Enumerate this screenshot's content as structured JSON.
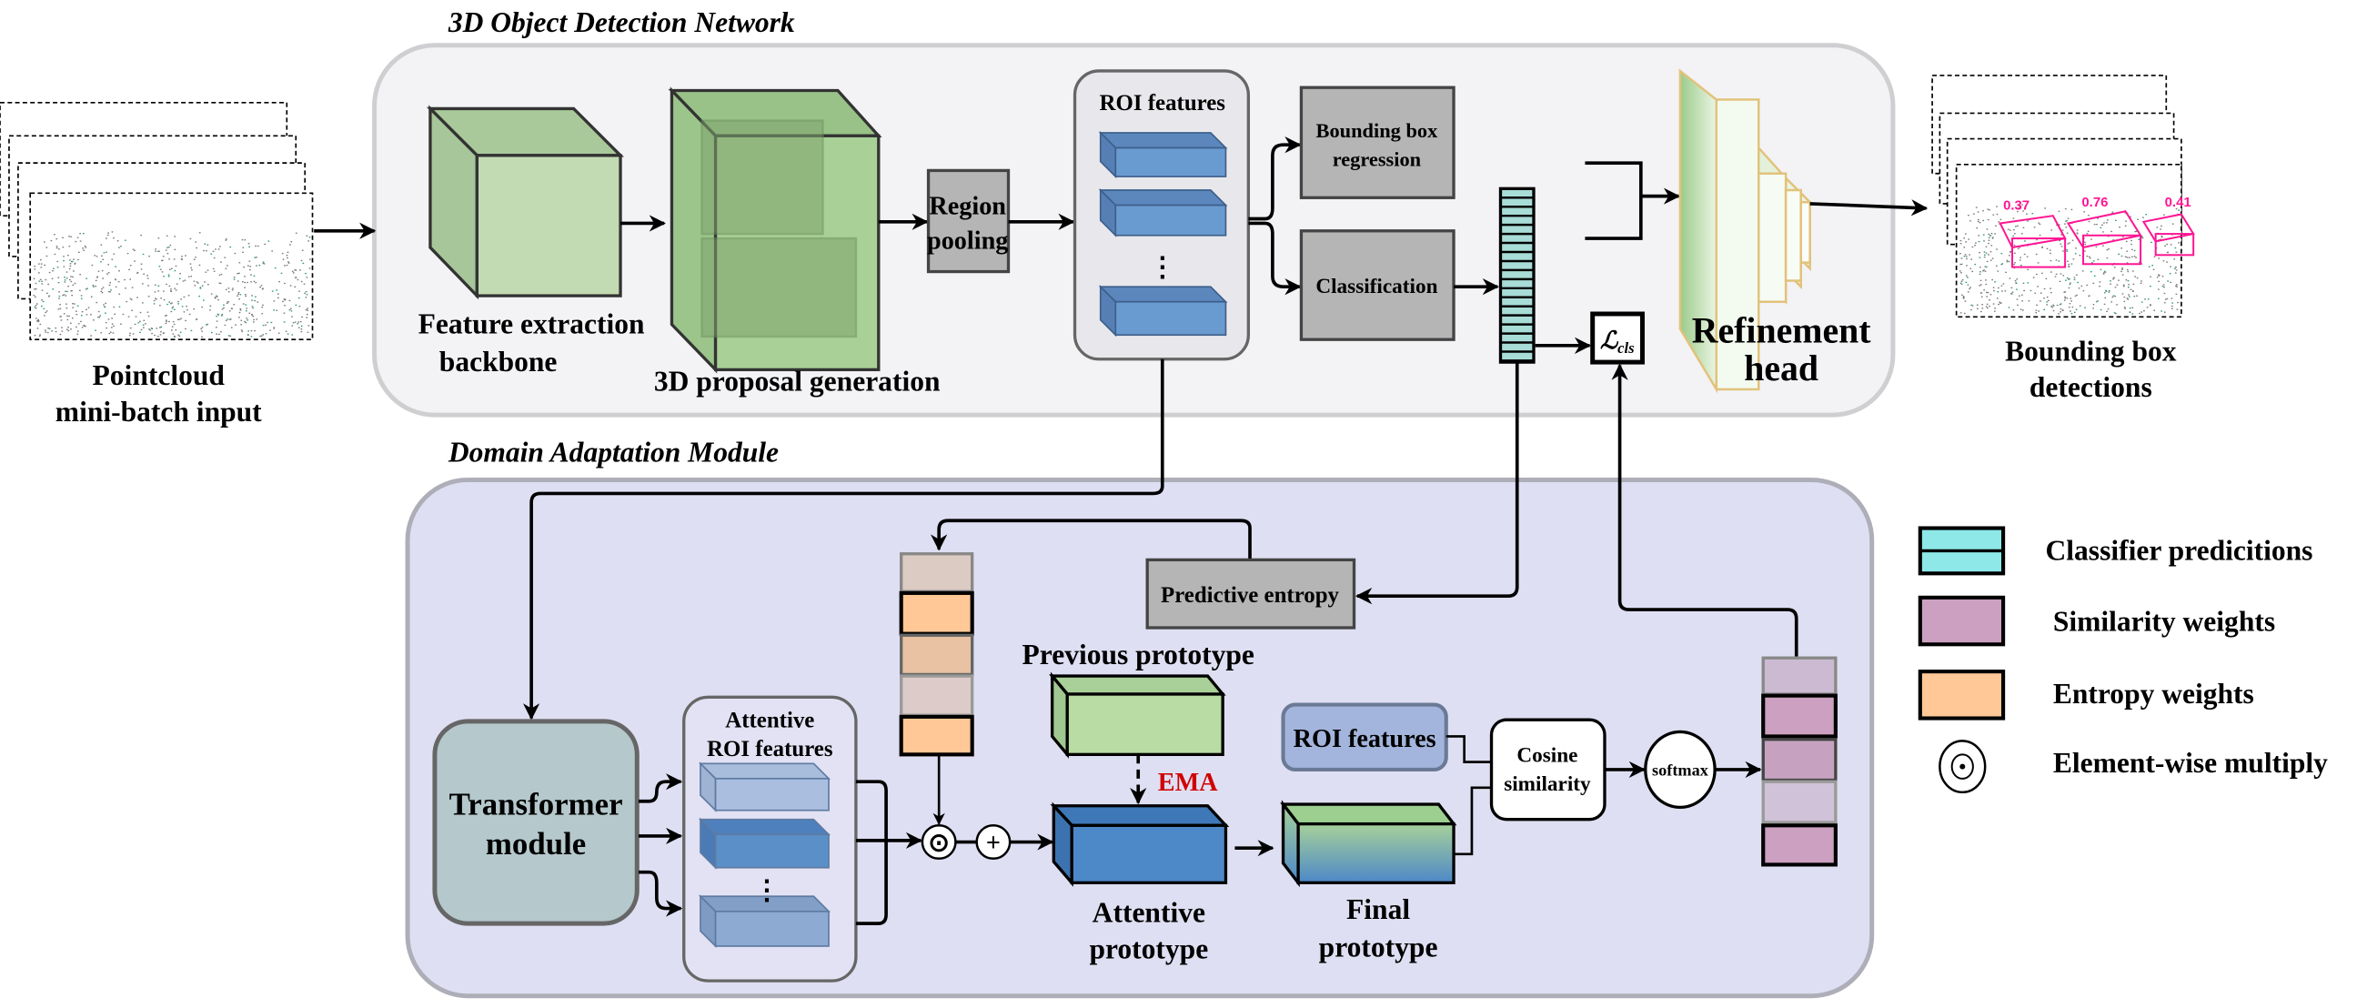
{
  "sections": {
    "detection_title": "3D Object Detection Network",
    "adaptation_title": "Domain Adaptation Module"
  },
  "input": {
    "line1": "Pointcloud",
    "line2": "mini-batch input"
  },
  "backbone": {
    "line1": "Feature  extraction",
    "line2": "backbone"
  },
  "proposal": {
    "label": "3D proposal generation"
  },
  "region_pooling": {
    "line1": "Region",
    "line2": "pooling"
  },
  "roi_features": {
    "title": "ROI features",
    "ellipsis": "⋮"
  },
  "bbox_regression": {
    "line1": "Bounding box",
    "line2": "regression"
  },
  "classification": {
    "label": "Classification"
  },
  "loss": {
    "symbol": "ℒ",
    "subscript": "cls"
  },
  "refinement": {
    "line1": "Refinement",
    "line2": "head"
  },
  "output": {
    "line1": "Bounding box",
    "line2": "detections",
    "scores": [
      "0.37",
      "0.76",
      "0.41"
    ]
  },
  "predictive_entropy": {
    "label": "Predictive entropy"
  },
  "transformer": {
    "line1": "Transformer",
    "line2": "module"
  },
  "attentive_roi": {
    "line1": "Attentive",
    "line2": "ROI features"
  },
  "previous_prototype": {
    "label": "Previous prototype"
  },
  "ema": {
    "label": "EMA"
  },
  "attentive_prototype": {
    "line1": "Attentive",
    "line2": "prototype"
  },
  "final_prototype": {
    "line1": "Final",
    "line2": "prototype"
  },
  "roi_features_box": {
    "label": "ROI features"
  },
  "cosine": {
    "line1": "Cosine",
    "line2": "similarity"
  },
  "softmax": {
    "label": "softmax"
  },
  "legend": {
    "classifier": "Classifier predicitions",
    "similarity": "Similarity weights",
    "entropy": "Entropy weights",
    "multiply": "Element-wise multiply"
  },
  "operators": {
    "multiply": "⊙",
    "add": "+"
  },
  "colors": {
    "classifier": "#8ee8e8",
    "similarity": "#cca0c0",
    "entropy": "#ffc896",
    "roi_blue": "#6a9bd0",
    "green": "#b8d8a4",
    "ema_red": "#d00000",
    "score_magenta": "#ff1493"
  }
}
